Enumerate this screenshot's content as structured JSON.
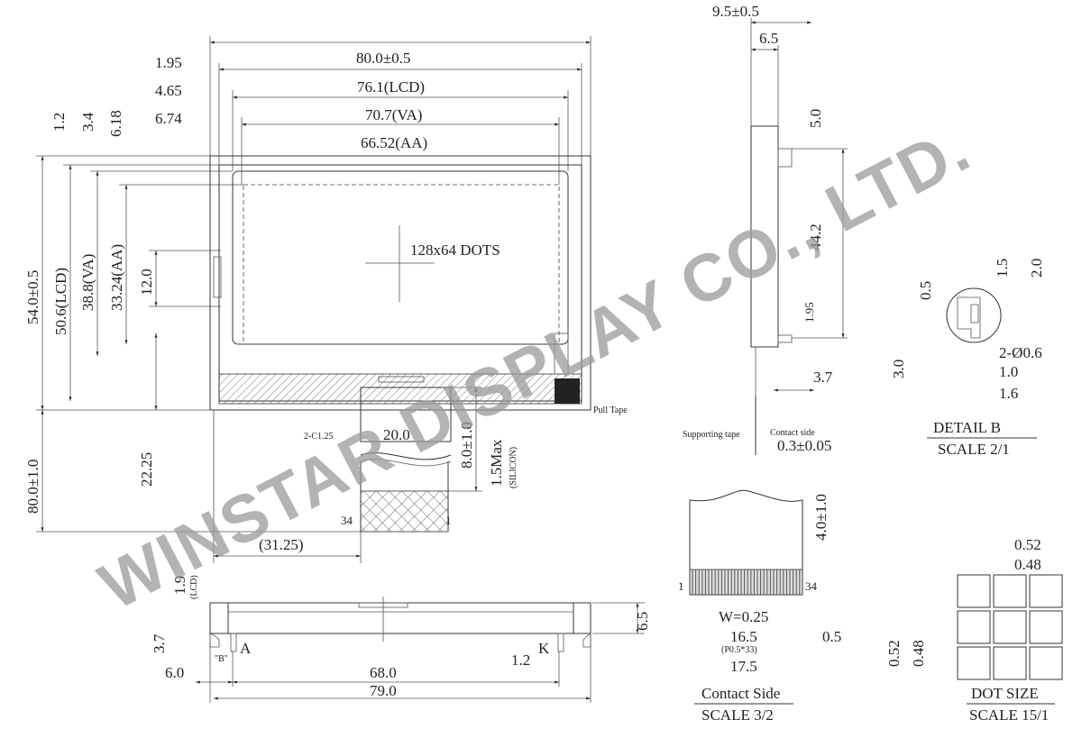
{
  "watermark": "WINSTAR DISPLAY CO., LTD.",
  "front": {
    "w_outer": "80.0±0.5",
    "w_lcd": "76.1(LCD)",
    "w_va": "70.7(VA)",
    "w_aa": "66.52(AA)",
    "off_195": "1.95",
    "off_465": "4.65",
    "off_674": "6.74",
    "off_12": "1.2",
    "off_34": "3.4",
    "off_618": "6.18",
    "h_outer": "54.0±0.5",
    "h_lcd": "50.6(LCD)",
    "h_va": "38.8(VA)",
    "h_aa": "33.24(AA)",
    "h_12": "12.0",
    "h_2225": "22.25",
    "h_total": "80.0±1.0",
    "dots": "128x64 DOTS",
    "pull_tape": "Pull Tape",
    "chamfer": "2-C1.25",
    "fpc_w": "20.0",
    "fpc_len": "8.0±1.0",
    "silicon_max": "1.5Max",
    "silicon": "(SILICON)",
    "pin34": "34",
    "pin1": "1",
    "fpc_off": "(31.25)"
  },
  "side": {
    "w": "9.5±0.5",
    "w2": "6.5",
    "d5": "5.0",
    "d442": "44.2",
    "d195": "1.95",
    "d37": "3.7",
    "supporting_tape": "Supporting tape",
    "contact_side": "Contact side",
    "thick": "0.3±0.05"
  },
  "bottom": {
    "lcd_19": "1.9",
    "lcd": "(LCD)",
    "h37": "3.7",
    "h65": "6.5",
    "d60": "6.0",
    "d680": "68.0",
    "d790": "79.0",
    "d12": "1.2",
    "B": "\"B\"",
    "A": "A",
    "K": "K"
  },
  "detail_b": {
    "d05": "0.5",
    "d15": "1.5",
    "d20": "2.0",
    "d30": "3.0",
    "hole": "2-Ø0.6",
    "d10": "1.0",
    "d16": "1.6",
    "title": "DETAIL B",
    "scale": "SCALE 2/1"
  },
  "contact": {
    "pin1": "1",
    "pin34": "34",
    "len": "4.0±1.0",
    "width": "W=0.25",
    "pitch_total": "16.5",
    "pitch": "(P0.5*33)",
    "edge": "0.5",
    "total": "17.5",
    "title": "Contact Side",
    "scale": "SCALE 3/2"
  },
  "dot": {
    "w052": "0.52",
    "w048": "0.48",
    "h052": "0.52",
    "h048": "0.48",
    "title": "DOT SIZE",
    "scale": "SCALE 15/1"
  }
}
